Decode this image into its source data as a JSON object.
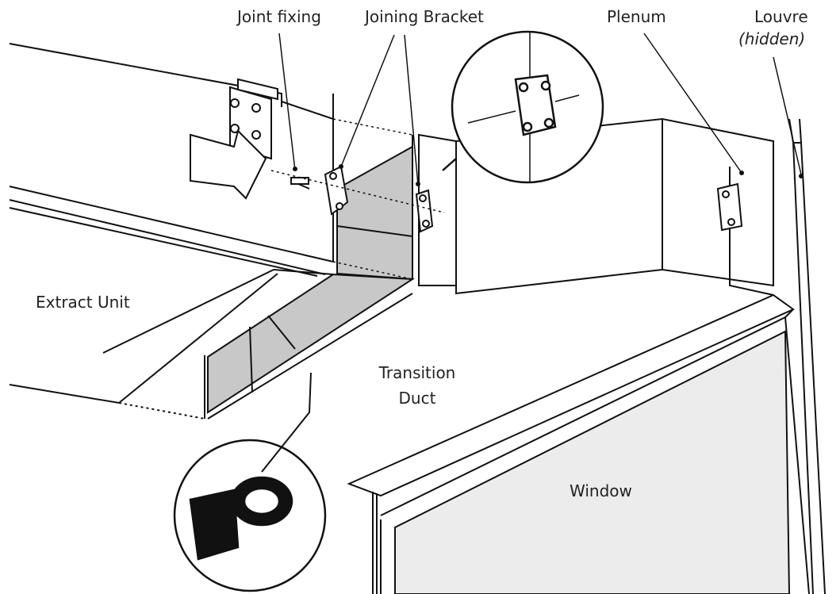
{
  "labels": {
    "joint_fixing": "Joint fixing",
    "joining_bracket": "Joining Bracket",
    "plenum": "Plenum",
    "louvre": "Louvre",
    "louvre_note": "(hidden)",
    "extract_unit": "Extract Unit",
    "transition_line1": "Transition",
    "transition_line2": "Duct",
    "window": "Window"
  },
  "colors": {
    "line": "#111111",
    "shade": "#c8c8c8",
    "shade_dark": "#b3b3b3",
    "window_glass": "#ececec",
    "tape": "#111111"
  }
}
